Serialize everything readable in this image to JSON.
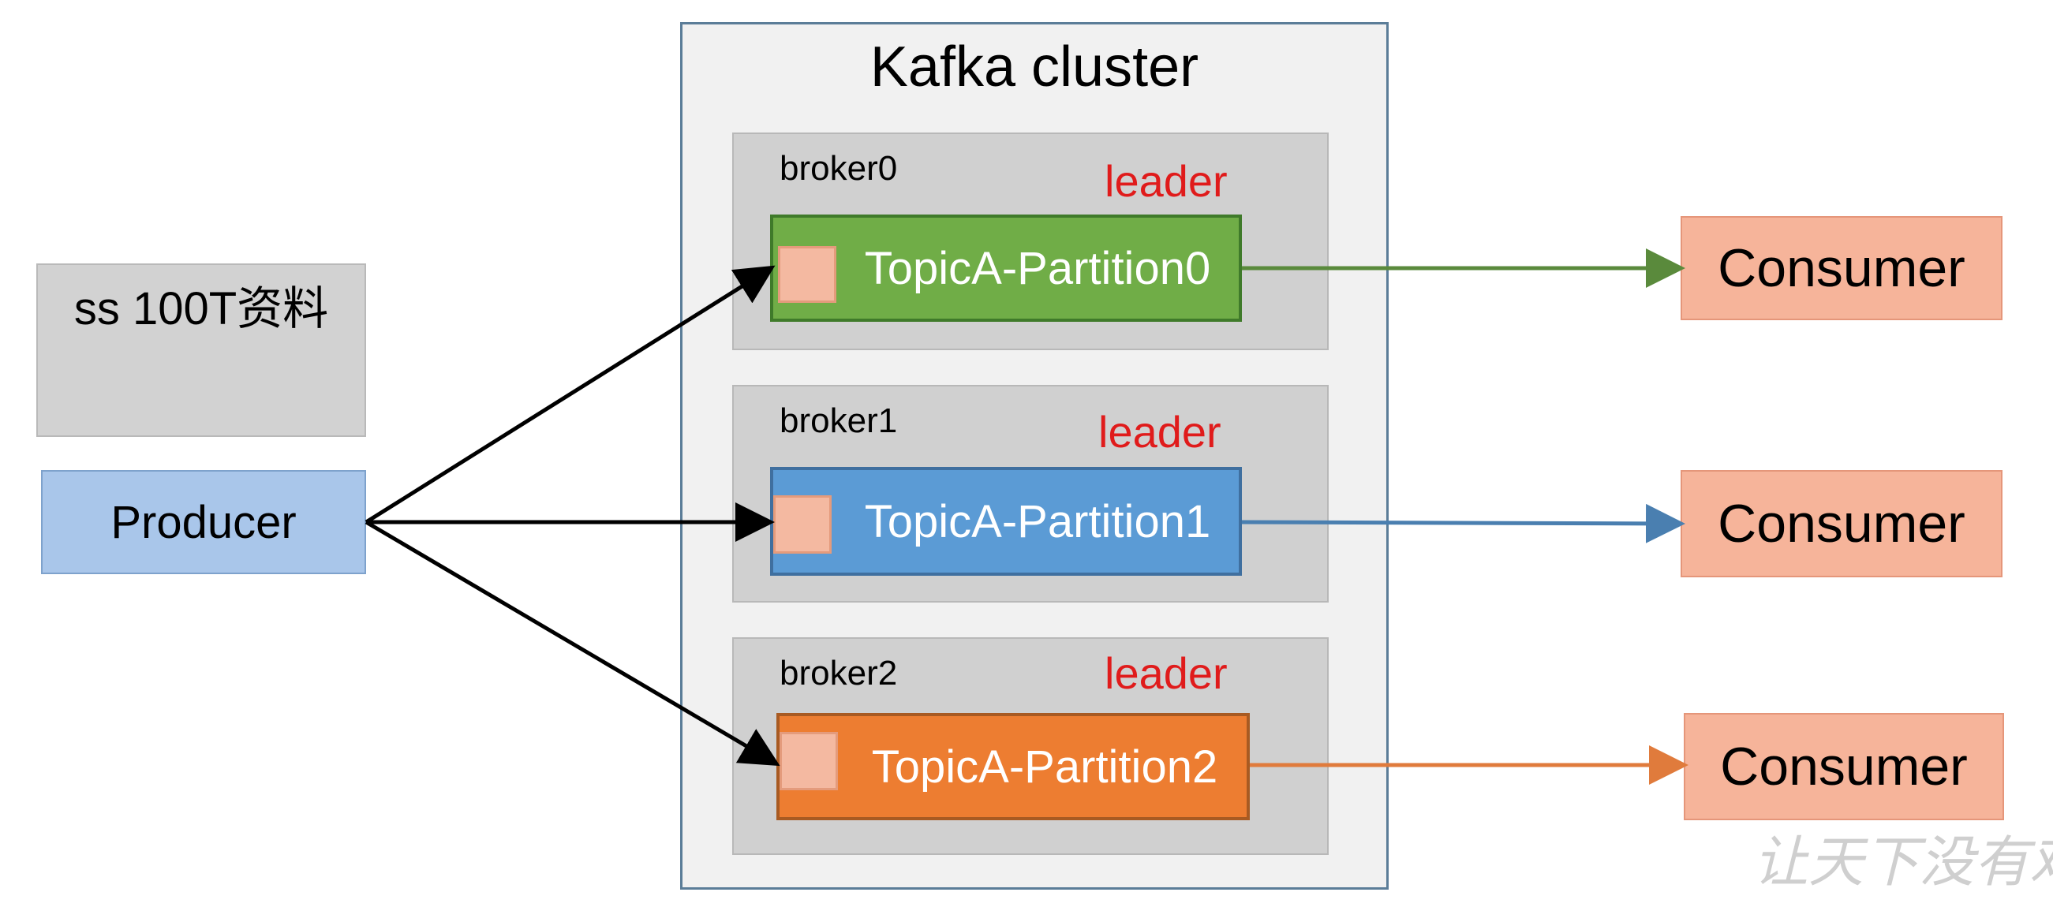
{
  "cluster": {
    "title": "Kafka cluster",
    "brokers": [
      {
        "name": "broker0",
        "role": "leader",
        "partition": "TopicA-Partition0"
      },
      {
        "name": "broker1",
        "role": "leader",
        "partition": "TopicA-Partition1"
      },
      {
        "name": "broker2",
        "role": "leader",
        "partition": "TopicA-Partition2"
      }
    ]
  },
  "producer": {
    "label": "Producer"
  },
  "consumers": [
    {
      "label": "Consumer"
    },
    {
      "label": "Consumer"
    },
    {
      "label": "Consumer"
    }
  ],
  "side_box": {
    "label": "ss 100T资料"
  },
  "watermark": {
    "text": "让天下没有难"
  },
  "colors": {
    "partition0": "#70ad47",
    "partition1": "#5b9bd5",
    "partition2": "#ed7d31",
    "leader": "#e01b1b",
    "consumer": "#f6b49a",
    "producer": "#a9c6ea"
  }
}
